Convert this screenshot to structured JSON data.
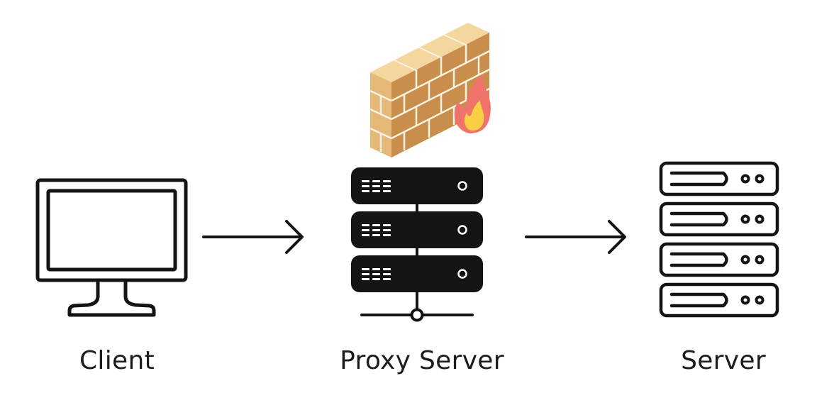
{
  "nodes": {
    "client": {
      "label": "Client",
      "icon": "monitor-icon"
    },
    "proxy": {
      "label": "Proxy Server",
      "icon": "server-stack-icon"
    },
    "server": {
      "label": "Server",
      "icon": "server-rack-icon"
    }
  },
  "firewall": {
    "icon": "firewall-icon"
  },
  "edges": [
    {
      "from": "client",
      "to": "proxy"
    },
    {
      "from": "proxy",
      "to": "server"
    }
  ],
  "colors": {
    "stroke": "#141414",
    "brick_top": "#f3d79e",
    "brick_front": "#e4b877",
    "brick_side": "#c98e4c",
    "mortar": "#fbf3e2",
    "flame_outer": "#f0736b",
    "flame_inner": "#f8cf43"
  }
}
